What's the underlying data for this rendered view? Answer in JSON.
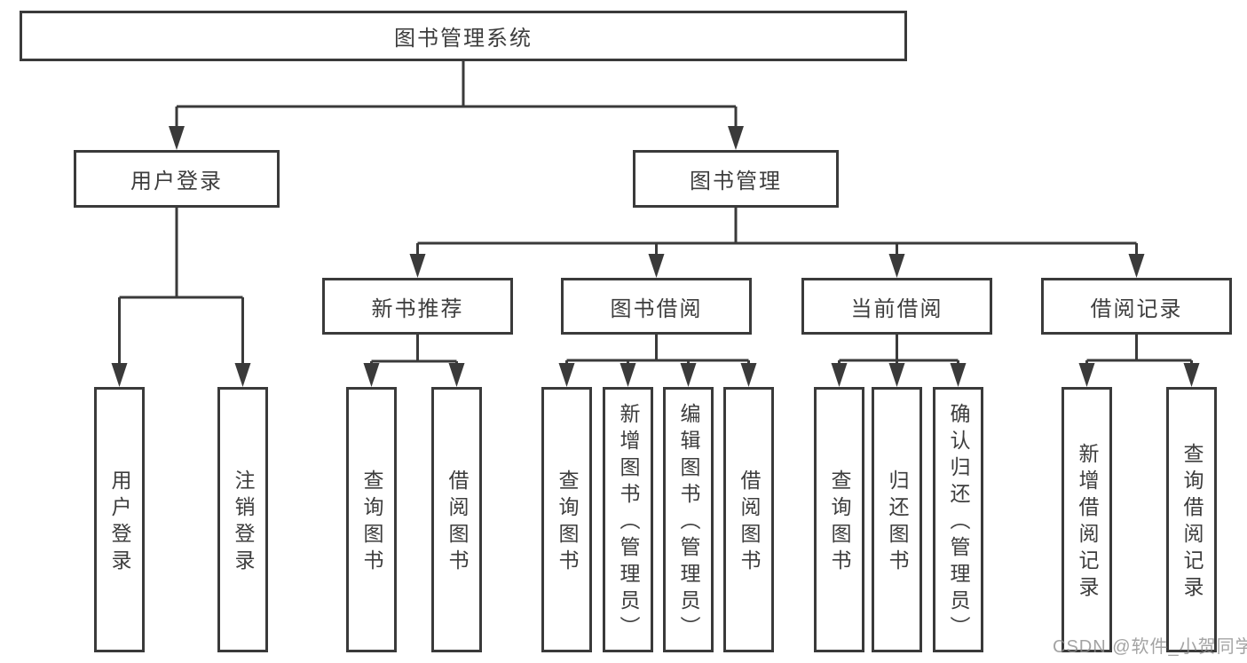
{
  "root": {
    "label": "图书管理系统"
  },
  "user_branch": {
    "label": "用户登录",
    "children": [
      "用户登录",
      "注销登录"
    ]
  },
  "book_branch": {
    "label": "图书管理",
    "modules": [
      {
        "label": "新书推荐",
        "children": [
          "查询图书",
          "借阅图书"
        ]
      },
      {
        "label": "图书借阅",
        "children": [
          "查询图书",
          "新增图书（管理员）",
          "编辑图书（管理员）",
          "借阅图书"
        ]
      },
      {
        "label": "当前借阅",
        "children": [
          "查询图书",
          "归还图书",
          "确认归还（管理员）"
        ]
      },
      {
        "label": "借阅记录",
        "children": [
          "新增借阅记录",
          "查询借阅记录"
        ]
      }
    ]
  },
  "watermark": "CSDN @软件_小贺同学",
  "colors": {
    "line": "#3a3a3a",
    "text": "#3d3d3d",
    "background": "#ffffff",
    "watermark": "#8c8c8c"
  }
}
